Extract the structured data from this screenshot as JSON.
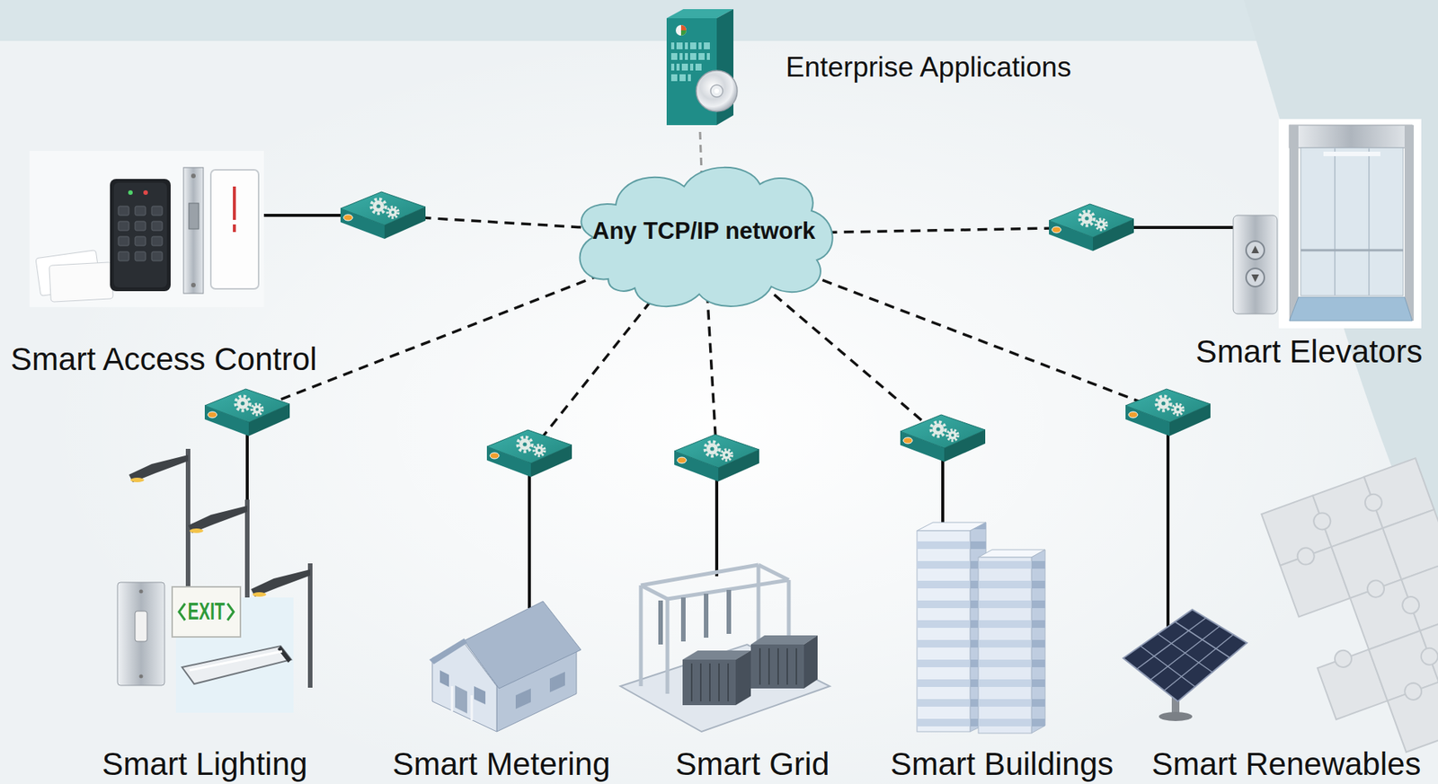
{
  "diagram": {
    "nodes": [
      {
        "text": [
          "Enterprise Applications"
        ]
      },
      {
        "text": [
          "Any TCP/IP network"
        ]
      },
      {
        "text": [
          "Smart Access Control"
        ]
      },
      {
        "text": [
          "Smart Elevators"
        ]
      },
      {
        "text": [
          "Smart Lighting"
        ]
      },
      {
        "text": [
          "Smart Metering"
        ]
      },
      {
        "text": [
          "Smart Grid"
        ]
      },
      {
        "text": [
          "Smart Buildings"
        ]
      },
      {
        "text": [
          "Smart Renewables"
        ]
      }
    ],
    "edges": [
      {
        "from": 0,
        "to": 1,
        "arrow": "none"
      },
      {
        "from": 1,
        "to": 2,
        "arrow": "none"
      },
      {
        "from": 1,
        "to": 3,
        "arrow": "none"
      },
      {
        "from": 1,
        "to": 4,
        "arrow": "none"
      },
      {
        "from": 1,
        "to": 5,
        "arrow": "none"
      },
      {
        "from": 1,
        "to": 6,
        "arrow": "none"
      },
      {
        "from": 1,
        "to": 7,
        "arrow": "none"
      },
      {
        "from": 1,
        "to": 8,
        "arrow": "none"
      }
    ],
    "labels": [
      "EXIT"
    ]
  }
}
